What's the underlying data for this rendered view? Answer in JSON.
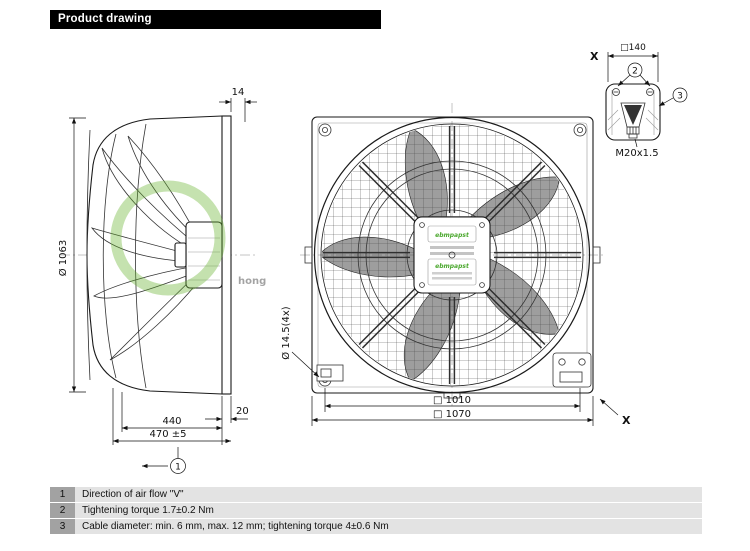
{
  "page": {
    "title": "Product drawing"
  },
  "watermark": {
    "text": "hong"
  },
  "side_view": {
    "dim_14": "14",
    "dim_diameter": "Ø 1063",
    "dim_440": "440",
    "dim_470": "470 ±5",
    "dim_20": "20",
    "callout_1": "1"
  },
  "front_view": {
    "dim_1010": "□ 1010",
    "dim_1070": "□ 1070",
    "dim_holes": "Ø 14.5(4x)",
    "view_x_bottom": "X",
    "brand_top": "ebmpapst",
    "brand_bottom": "ebmpapst"
  },
  "detail_view": {
    "title": "X",
    "dim_140": "□140",
    "callout_2": "2",
    "callout_3": "3",
    "thread": "M20x1.5"
  },
  "legend": {
    "rows": [
      {
        "num": "1",
        "text": "Direction of air flow \"V\""
      },
      {
        "num": "2",
        "text": "Tightening torque 1.7±0.2 Nm"
      },
      {
        "num": "3",
        "text": "Cable diameter: min. 6 mm, max. 12 mm; tightening torque 4±0.6 Nm"
      }
    ]
  }
}
